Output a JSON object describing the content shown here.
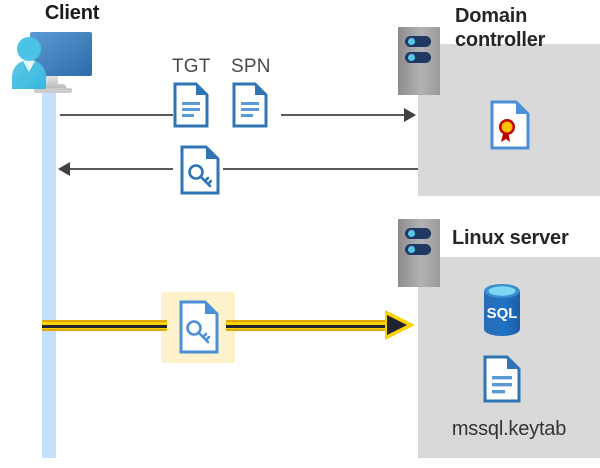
{
  "diagram": {
    "title": "Kerberos authentication flow between Client, Domain controller and Linux server",
    "background": "#ffffff"
  },
  "client": {
    "label": "Client",
    "icon": "user-computer-icon",
    "lane_color": "#c6dffb"
  },
  "messages": [
    {
      "id": "request",
      "labels": [
        "TGT",
        "SPN"
      ],
      "icons": [
        "document-icon",
        "document-icon"
      ],
      "direction": "client-to-domain-controller",
      "color": "#595959"
    },
    {
      "id": "response",
      "labels": [],
      "icons": [
        "document-key-icon"
      ],
      "direction": "domain-controller-to-client",
      "color": "#595959"
    },
    {
      "id": "service-ticket",
      "labels": [],
      "icons": [
        "document-key-icon"
      ],
      "direction": "client-to-linux-server",
      "color": "#ffd100",
      "highlight_color": "#fdf2cc"
    }
  ],
  "labels": {
    "tgt": "TGT",
    "spn": "SPN"
  },
  "domain_controller": {
    "title": "Domain controller",
    "server_icon": "server-rack-icon",
    "panel_color": "#d9d9d9",
    "contents": [
      {
        "icon": "certificate-icon",
        "label": ""
      }
    ]
  },
  "linux_server": {
    "title": "Linux server",
    "server_icon": "server-rack-icon",
    "panel_color": "#d9d9d9",
    "contents": [
      {
        "icon": "sql-database-icon",
        "label": "SQL"
      },
      {
        "icon": "document-icon",
        "label": "mssql.keytab"
      }
    ],
    "keytab_label": "mssql.keytab",
    "sql_label": "SQL"
  },
  "colors": {
    "accent_blue": "#2f74b5",
    "light_blue": "#c6dffb",
    "panel_gray": "#d9d9d9",
    "arrow_gray": "#595959",
    "highlight_yellow": "#ffd100",
    "highlight_bg": "#fdf2cc",
    "text_dark": "#262626"
  }
}
